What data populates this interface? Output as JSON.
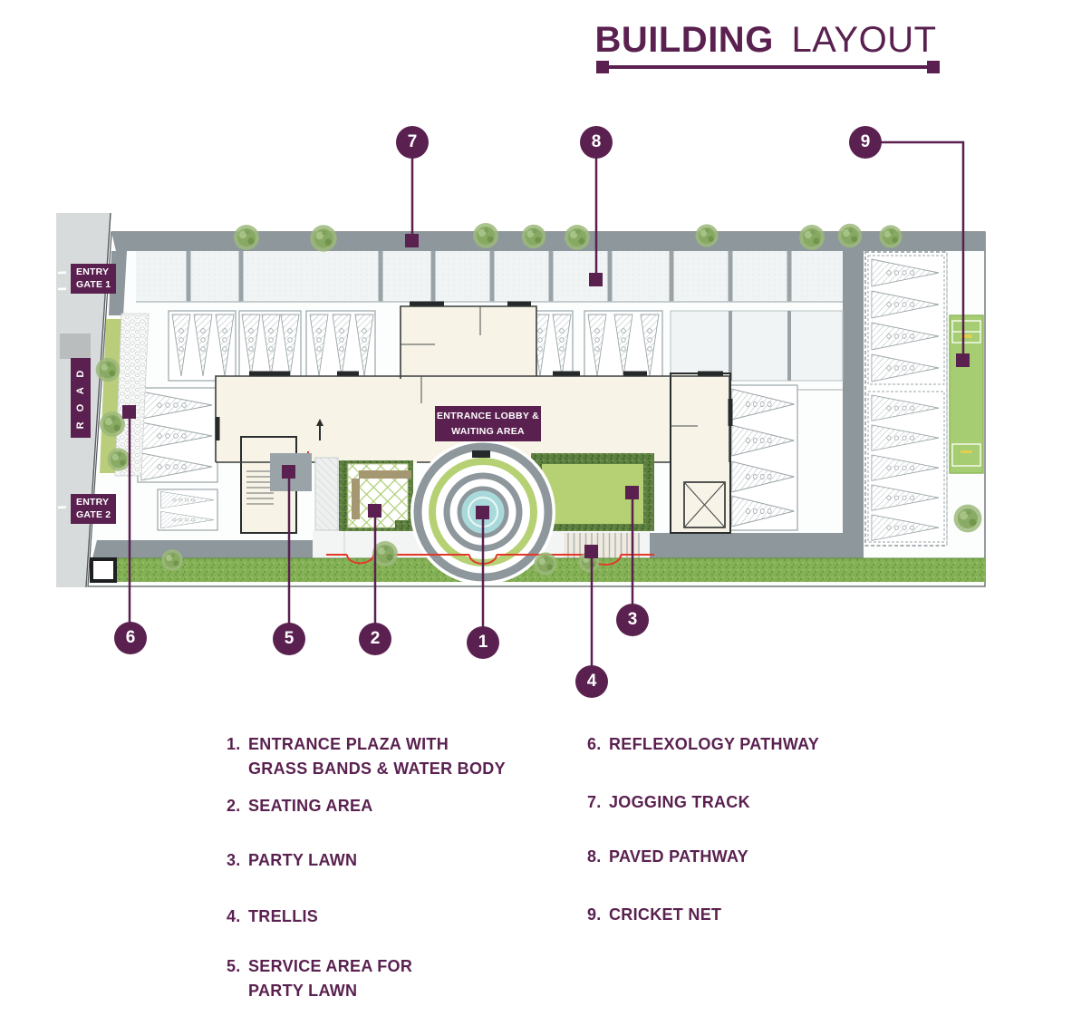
{
  "title": {
    "bold": "BUILDING",
    "light": "LAYOUT"
  },
  "plan": {
    "entry_gate_1": "ENTRY\nGATE 1",
    "entry_gate_2": "ENTRY\nGATE 2",
    "road": "R O A D",
    "lobby": "ENTRANCE LOBBY  &\nWAITING AREA"
  },
  "callouts": {
    "c1": "1",
    "c2": "2",
    "c3": "3",
    "c4": "4",
    "c5": "5",
    "c6": "6",
    "c7": "7",
    "c8": "8",
    "c9": "9"
  },
  "legend": {
    "left": [
      {
        "num": "1.",
        "text": "ENTRANCE PLAZA WITH\nGRASS BANDS & WATER BODY"
      },
      {
        "num": "2.",
        "text": "SEATING AREA"
      },
      {
        "num": "3.",
        "text": "PARTY LAWN"
      },
      {
        "num": "4.",
        "text": "TRELLIS"
      },
      {
        "num": "5.",
        "text": "SERVICE AREA FOR\nPARTY LAWN"
      }
    ],
    "right": [
      {
        "num": "6.",
        "text": "REFLEXOLOGY PATHWAY"
      },
      {
        "num": "7.",
        "text": "JOGGING TRACK"
      },
      {
        "num": "8.",
        "text": "PAVED PATHWAY"
      },
      {
        "num": "9.",
        "text": "CRICKET NET"
      }
    ]
  },
  "colors": {
    "accent_purple": "#5a2150",
    "track_gray": "#8d979c",
    "road_gray": "#d8dbdc",
    "lawn_green": "#b5d174",
    "hedge_green": "#5d8040",
    "cricket_green": "#a6cd72",
    "water_blue": "#a9dadb",
    "grass_green": "#84b156",
    "canopy_red": "#e2382a",
    "building_cream": "#f7f3e6"
  }
}
